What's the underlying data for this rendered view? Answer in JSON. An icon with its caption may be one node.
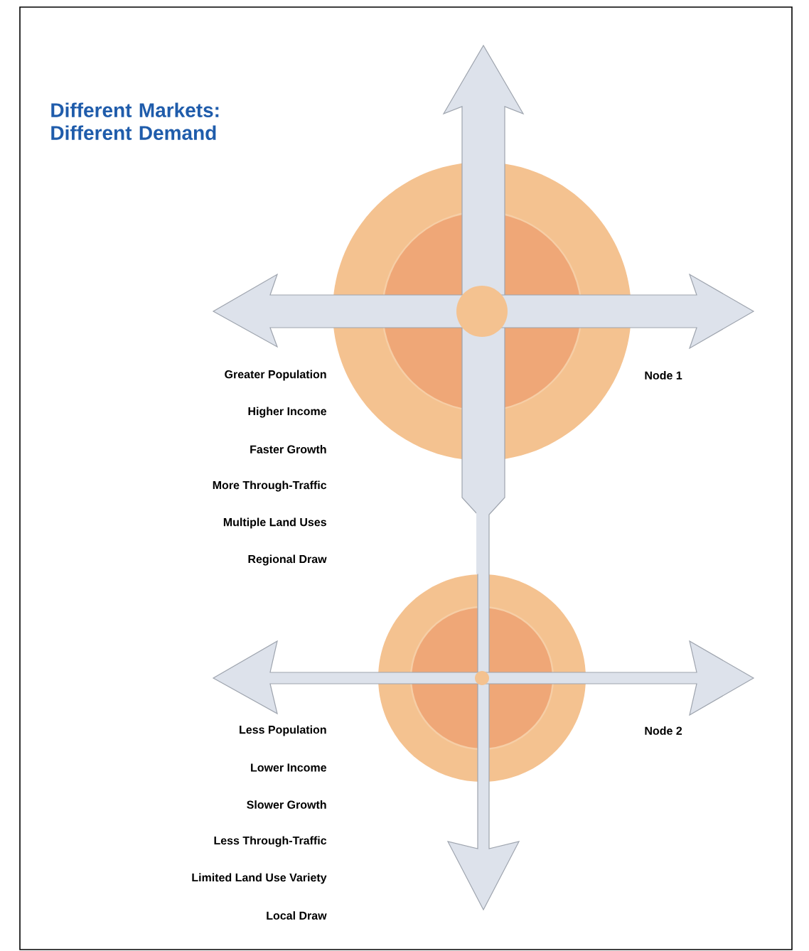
{
  "diagram": {
    "title": "Different Markets: Different Demand",
    "nodes": [
      {
        "text": [],
        "shape": "circle"
      },
      {
        "text": [],
        "shape": "circle"
      }
    ],
    "edges": [
      {
        "from": 0,
        "to": 1,
        "arrow": "none"
      }
    ],
    "labels": [
      "Greater Population",
      "Node 1",
      "Higher Income",
      "Faster Growth",
      "More Through-Traffic",
      "Multiple Land Uses",
      "Regional Draw",
      "Less Population",
      "Node 2",
      "Lower Income",
      "Slower Growth",
      "Less Through-Traffic",
      "Limited Land Use Variety",
      "Local Draw"
    ]
  }
}
